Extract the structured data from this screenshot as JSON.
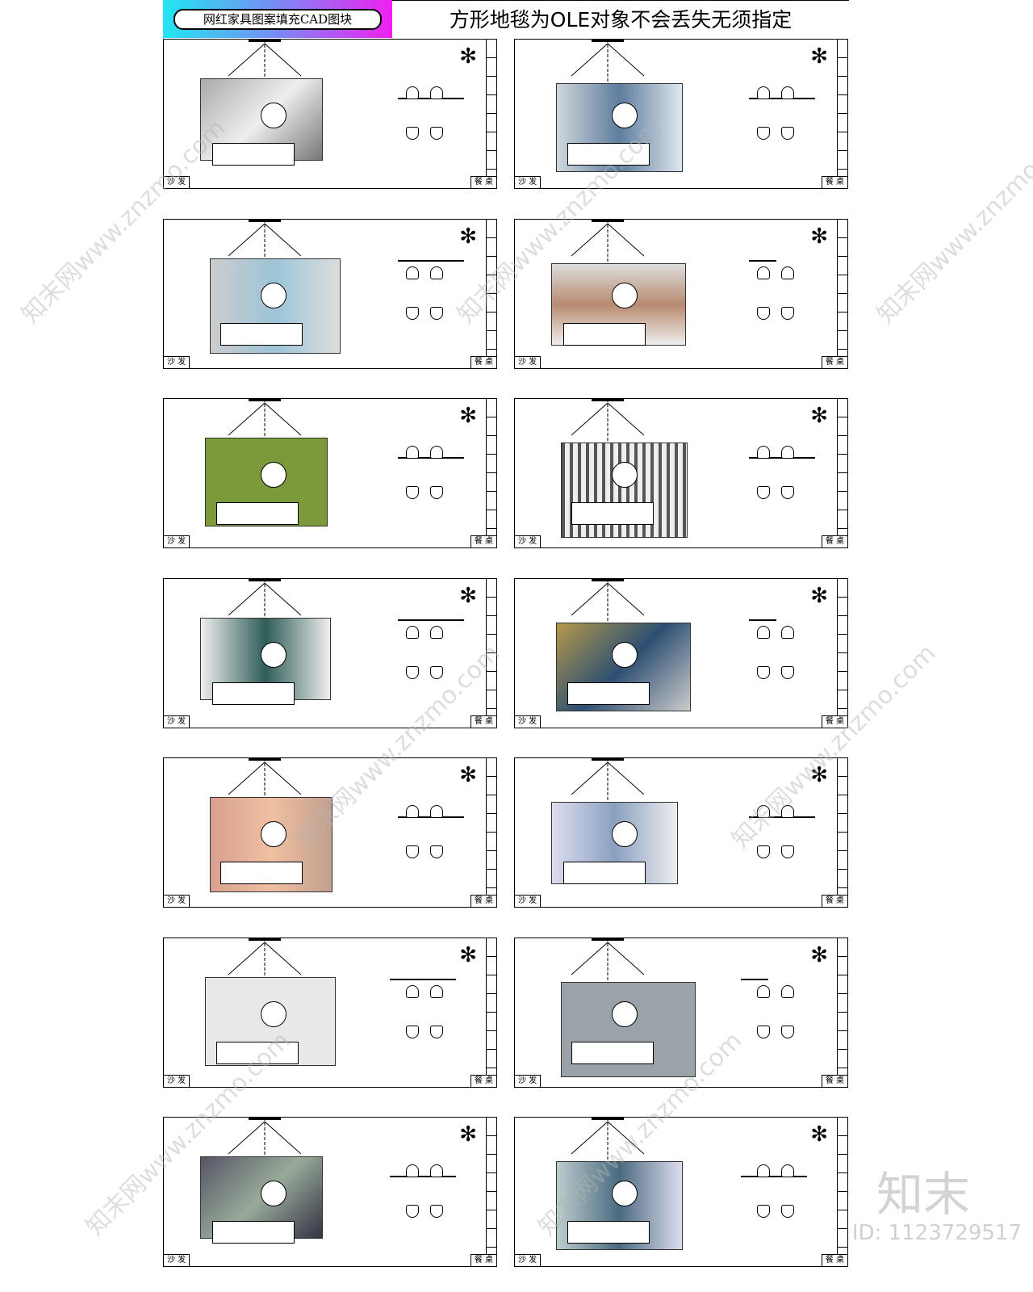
{
  "header": {
    "badge_text": "网红家具图案填充CAD图块",
    "title": "方形地毯为OLE对象不会丢失无须指定"
  },
  "panel_labels": {
    "sofa": "沙 发",
    "dining_table": "餐 桌"
  },
  "panel_count": 14,
  "watermark": {
    "site": "知末网www.znzmo.com",
    "logo": "知末",
    "id": "ID: 1123729517"
  },
  "colors": {
    "banner_start": "#21e6f0",
    "banner_end": "#f020f0"
  }
}
